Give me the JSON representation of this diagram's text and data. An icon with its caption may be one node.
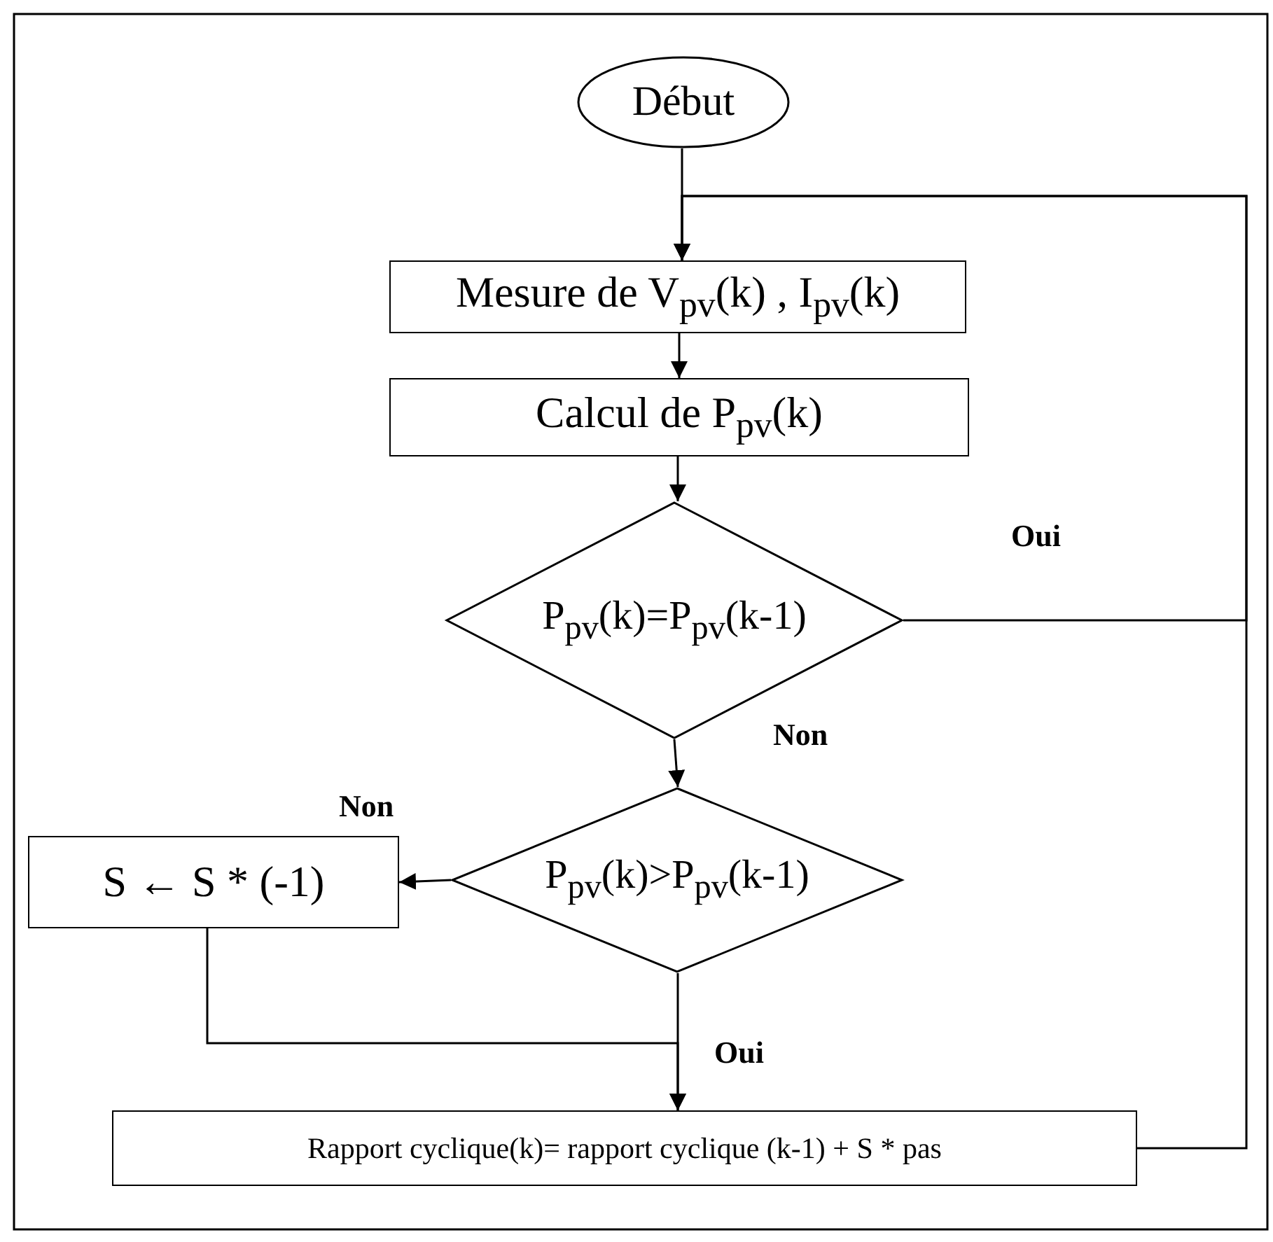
{
  "diagram": {
    "nodes": [
      {
        "text": [
          "Début"
        ]
      },
      {
        "text": [
          "Mesure de V$_{pv}$(k) , I$_{pv}$(k)"
        ]
      },
      {
        "text": [
          "Calcul de P$_{pv}$(k)"
        ]
      },
      {
        "text": [
          "P$_{pv}$(k)=P$_{pv}$(k-1)"
        ]
      },
      {
        "text": [
          "P$_{pv}$(k)>P$_{pv}$(k-1)"
        ]
      },
      {
        "text": [
          "S ← S * (-1)"
        ]
      },
      {
        "text": [
          "Rapport cyclique(k)= rapport cyclique (k-1) + S * pas"
        ]
      }
    ],
    "edges": [
      {
        "from": 0,
        "to": 1,
        "arrow": "to"
      },
      {
        "from": 1,
        "to": 2,
        "arrow": "to"
      },
      {
        "from": 2,
        "to": 3,
        "arrow": "to"
      },
      {
        "from": 3,
        "to": 1,
        "arrow": "to",
        "label": "Oui"
      },
      {
        "from": 3,
        "to": 4,
        "arrow": "to",
        "label": "Non"
      },
      {
        "from": 4,
        "to": 5,
        "arrow": "to",
        "label": "Non"
      },
      {
        "from": 4,
        "to": 6,
        "arrow": "to",
        "label": "Oui"
      },
      {
        "from": 5,
        "to": 6,
        "arrow": "to"
      },
      {
        "from": 6,
        "to": 1,
        "arrow": "to"
      }
    ]
  }
}
